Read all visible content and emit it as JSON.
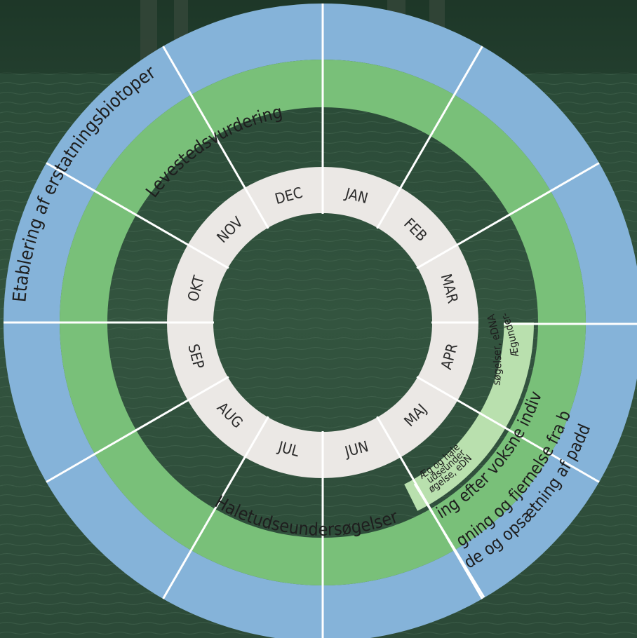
{
  "months": [
    "JAN",
    "FEB",
    "MAR",
    "APR",
    "MAJ",
    "JUN",
    "JUL",
    "AUG",
    "SEP",
    "OKT",
    "NOV",
    "DEC"
  ],
  "outer_ring": {
    "etablering": "Etablering af erstatningsbiotoper",
    "indfangning_line1": "Indfangning og fjernelse fra bygge-",
    "indfangning_line2": "område og opsætning af paddehegn"
  },
  "middle_ring": {
    "levested": "Levestedsvurdering",
    "haletudse": "Haletudseundersøgelser",
    "lytning": "Lytning efter voksne individer"
  },
  "inner_band": {
    "aeg_line1": "Ægunder-",
    "aeg_line2": "søgelser, eDNA",
    "aeghale_line1": "Æg og hale-",
    "aeghale_line2": "tudseunder-",
    "aeghale_line3": "søgelse, eDNA"
  },
  "colors": {
    "outer_ring": "#85b3d9",
    "middle_ring": "#79c079",
    "inner_band": "#b9e0ae",
    "month_ring": "#ebe8e5",
    "divider": "#ffffff",
    "text": "#1e1e1e",
    "water": "#2f4f3c"
  }
}
